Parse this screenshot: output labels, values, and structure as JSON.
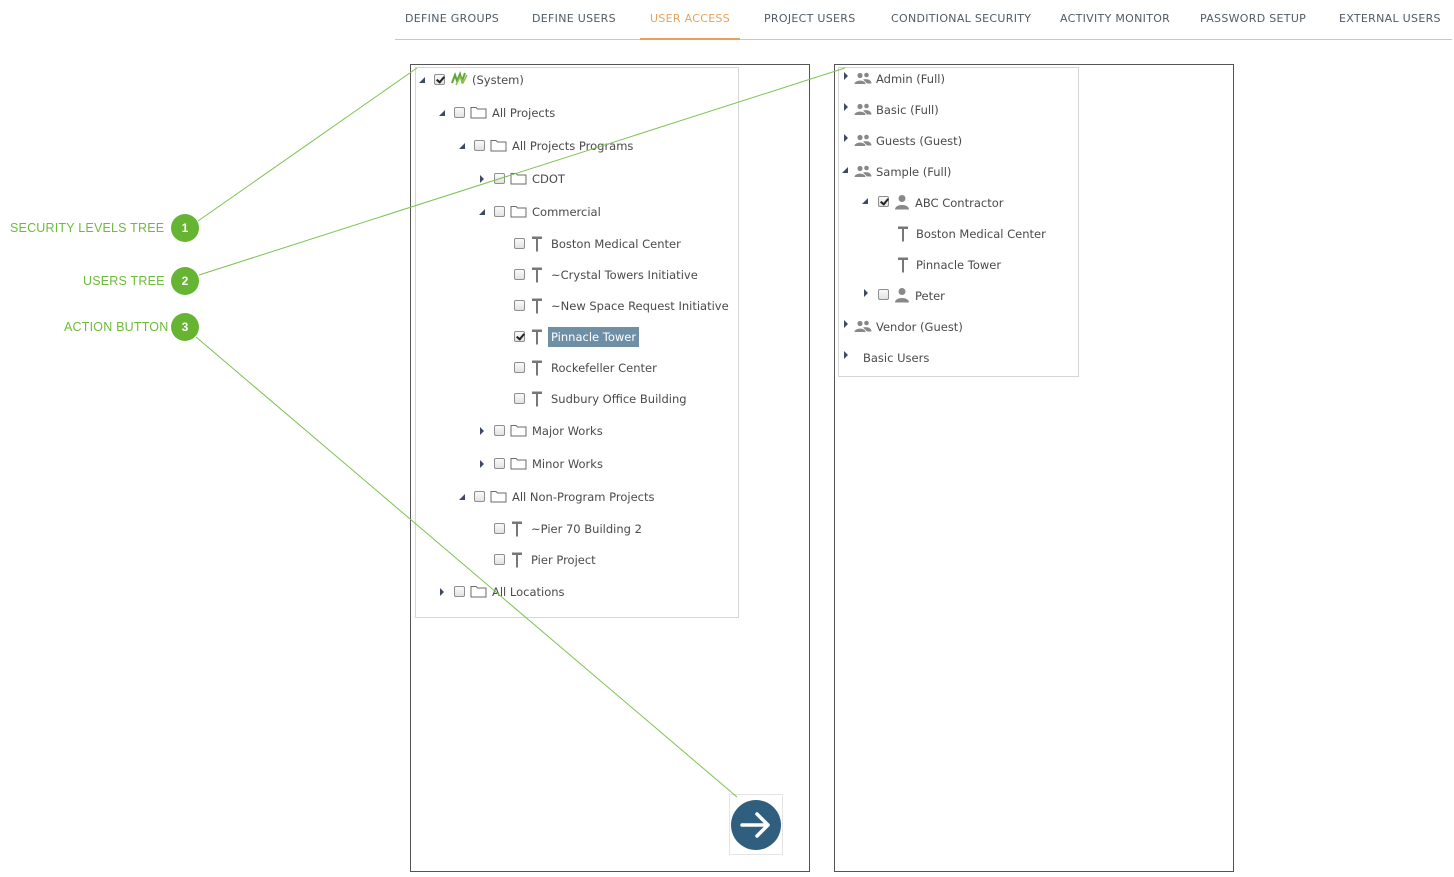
{
  "nav": {
    "tabs": [
      {
        "label": "DEFINE GROUPS",
        "active": false
      },
      {
        "label": "DEFINE USERS",
        "active": false
      },
      {
        "label": "USER ACCESS",
        "active": true
      },
      {
        "label": "PROJECT USERS",
        "active": false
      },
      {
        "label": "CONDITIONAL SECURITY",
        "active": false
      },
      {
        "label": "ACTIVITY MONITOR",
        "active": false
      },
      {
        "label": "PASSWORD SETUP",
        "active": false
      },
      {
        "label": "EXTERNAL USERS",
        "active": false
      }
    ]
  },
  "security_tree": {
    "system": {
      "label": "(System)",
      "checked": true
    },
    "all_projects": {
      "label": "All Projects"
    },
    "all_projects_programs": {
      "label": "All Projects Programs"
    },
    "cdot": {
      "label": "CDOT"
    },
    "commercial": {
      "label": "Commercial"
    },
    "boston_medical_center": {
      "label": "Boston Medical Center"
    },
    "crystal_towers": {
      "label": "~Crystal Towers Initiative"
    },
    "new_space_request": {
      "label": "~New Space Request Initiative"
    },
    "pinnacle_tower": {
      "label": "Pinnacle Tower",
      "checked": true,
      "selected": true
    },
    "rockefeller_center": {
      "label": "Rockefeller Center"
    },
    "sudbury_office": {
      "label": "Sudbury Office Building"
    },
    "major_works": {
      "label": "Major Works"
    },
    "minor_works": {
      "label": "Minor Works"
    },
    "all_non_program": {
      "label": "All Non-Program Projects"
    },
    "pier70": {
      "label": "~Pier 70 Building 2"
    },
    "pier_project": {
      "label": "Pier Project"
    },
    "all_locations": {
      "label": "All Locations"
    }
  },
  "users_tree": {
    "admin": {
      "label": "Admin (Full)"
    },
    "basic": {
      "label": "Basic (Full)"
    },
    "guests": {
      "label": "Guests (Guest)"
    },
    "sample": {
      "label": "Sample (Full)"
    },
    "abc_contractor": {
      "label": "ABC Contractor",
      "checked": true
    },
    "abc_boston": {
      "label": "Boston Medical Center"
    },
    "abc_pinnacle": {
      "label": "Pinnacle Tower"
    },
    "peter": {
      "label": "Peter"
    },
    "vendor": {
      "label": "Vendor (Guest)"
    },
    "basic_users": {
      "label": "Basic Users"
    }
  },
  "callouts": [
    {
      "number": "1",
      "label": "SECURITY LEVELS TREE"
    },
    {
      "number": "2",
      "label": "USERS TREE"
    },
    {
      "number": "3",
      "label": "ACTION BUTTON"
    }
  ],
  "colors": {
    "accent": "#e8a15c",
    "callout": "#65b533",
    "selected": "#6e8fa5",
    "action": "#2f5e7f"
  }
}
